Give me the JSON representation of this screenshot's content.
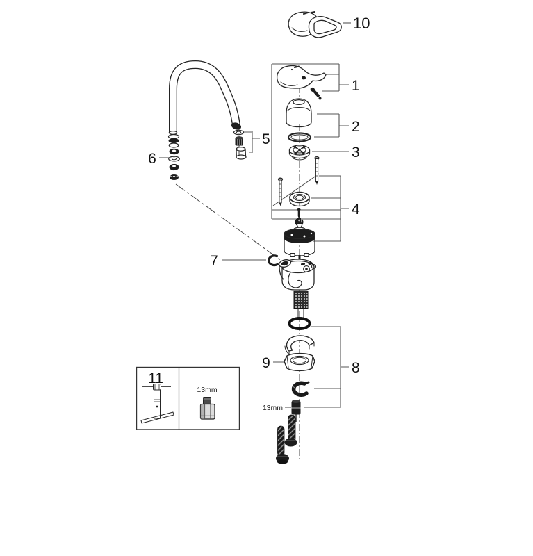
{
  "figure": {
    "type": "exploded-parts-diagram",
    "background": "#ffffff",
    "line_color": "#262626",
    "bracket_color": "#555555",
    "text_color": "#111111"
  },
  "callouts": {
    "part1": "1",
    "part2": "2",
    "part3": "3",
    "part4": "4",
    "part5": "5",
    "part6": "6",
    "part7": "7",
    "part8": "8",
    "part9": "9",
    "part10": "10",
    "part11": "11"
  },
  "annotations": {
    "wrench_size_tool_box": "13mm",
    "wrench_size_union_nut": "13mm"
  }
}
